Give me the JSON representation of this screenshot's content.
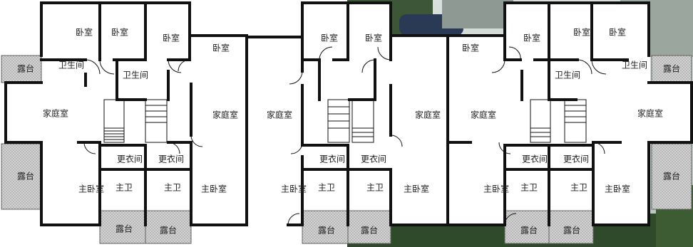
{
  "plan": {
    "labels": {
      "bedroom": "卧室",
      "bathroom": "卫生间",
      "family_room": "家庭室",
      "dressing_room": "更衣间",
      "master_bedroom": "主卧室",
      "master_bath": "主卫",
      "terrace": "露台"
    },
    "colors": {
      "wall": "#111111",
      "floor": "#ffffff",
      "terrace_fill": "#c9c9c9",
      "background_photo_dark": "#2f4a2a",
      "background_photo_light": "#cfd6d2"
    }
  }
}
